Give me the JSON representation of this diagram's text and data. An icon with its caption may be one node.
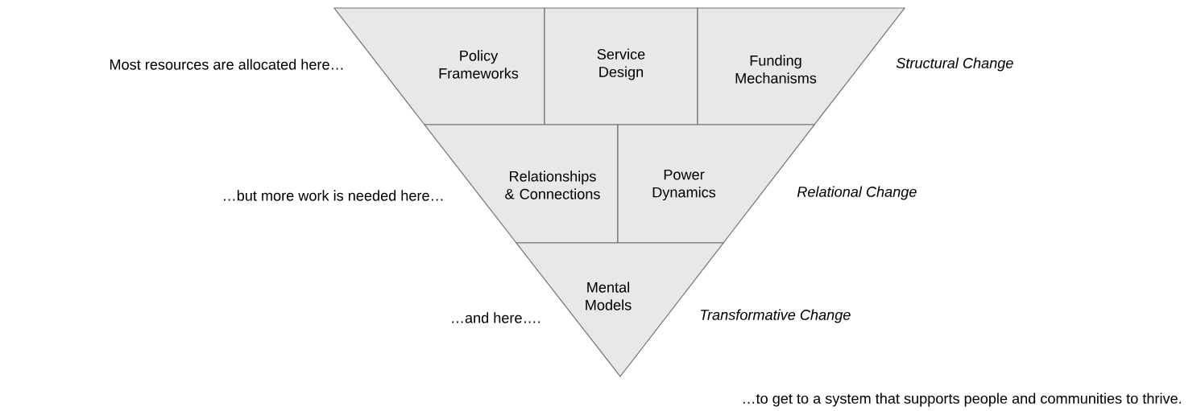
{
  "diagram": {
    "nodes": [
      {
        "text": [
          "Policy Frameworks"
        ]
      },
      {
        "text": [
          "Service Design"
        ]
      },
      {
        "text": [
          "Funding Mechanisms"
        ]
      },
      {
        "text": [
          "Relationships & Connections"
        ]
      },
      {
        "text": [
          "Power Dynamics"
        ]
      },
      {
        "text": [
          "Mental Models"
        ]
      }
    ],
    "labels": [
      "Most resources are allocated here…",
      "Structural Change",
      "…but more work is needed here…",
      "Relational Change",
      "…and here….",
      "Transformative Change",
      "…to get to a system that supports people and communities to thrive."
    ]
  }
}
